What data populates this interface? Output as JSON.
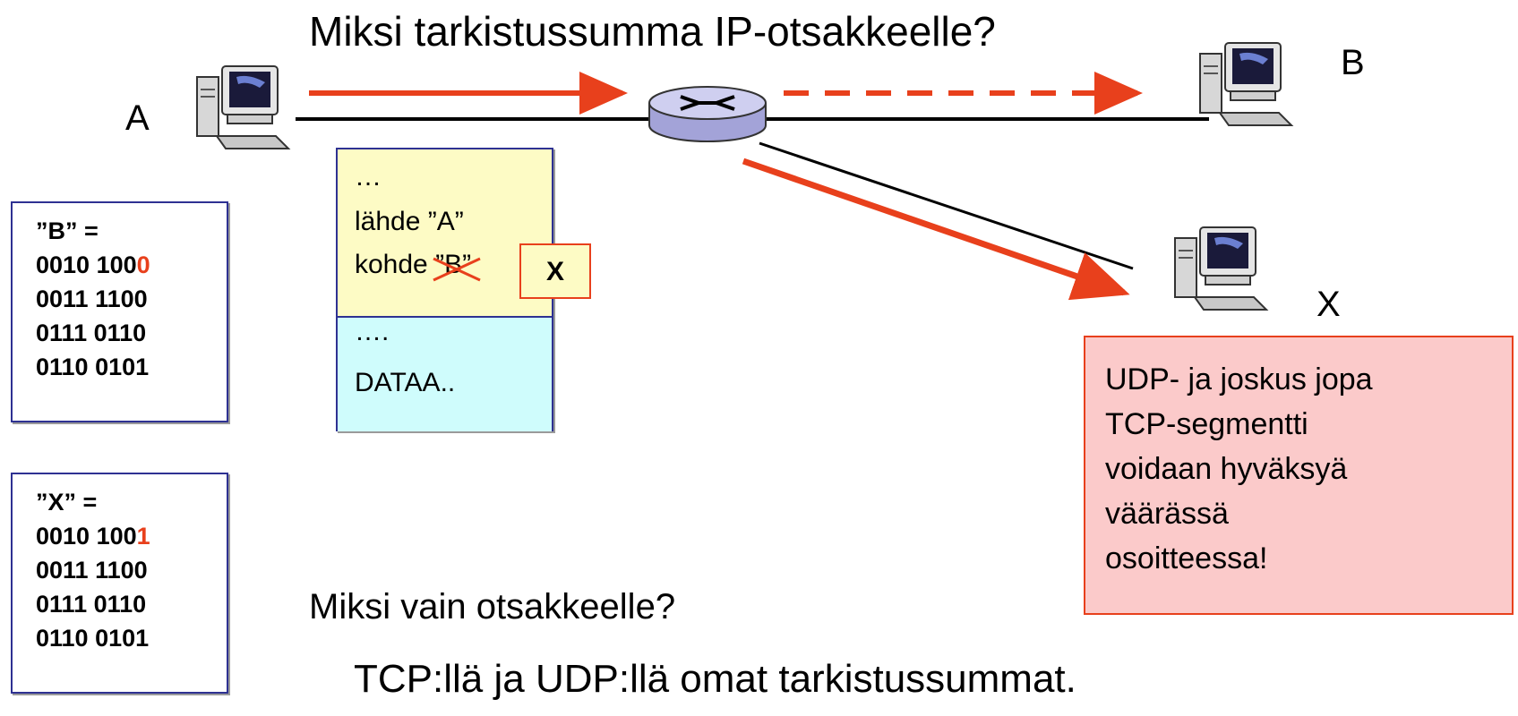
{
  "title": "Miksi tarkistussumma IP-otsakkeelle?",
  "nodes": {
    "a": "A",
    "b": "B",
    "x": "X"
  },
  "icons": {
    "host": "desktop-computer-icon",
    "router": "router-icon"
  },
  "colors": {
    "arrow": "#e8401c",
    "box_border": "#2e3192",
    "header_bg": "#fdfbc5",
    "data_bg": "#cffcfc",
    "note_bg": "#fbcaca"
  },
  "code_b": {
    "label": "”B” =",
    "line1_prefix": "0010 100",
    "line1_bit": "0",
    "lines": [
      "0011 1100",
      "0111 0110",
      "0110 0101"
    ]
  },
  "code_x": {
    "label": "”X” =",
    "line1_prefix": "0010 100",
    "line1_bit": "1",
    "lines": [
      "0011 1100",
      "0111 0110",
      "0110 0101"
    ]
  },
  "packet": {
    "ellipsis": "…",
    "source": "lähde ”A”",
    "dest_label": "kohde ",
    "dest_value": "”B”",
    "dest_replacement": "X",
    "data_ellipsis": "….",
    "data": "DATAA.."
  },
  "note": [
    "UDP- ja joskus jopa",
    "TCP-segmentti",
    "voidaan hyväksyä",
    "väärässä",
    "osoitteessa!"
  ],
  "question": "Miksi vain otsakkeelle?",
  "answer": "TCP:llä ja UDP:llä omat tarkistussummat."
}
